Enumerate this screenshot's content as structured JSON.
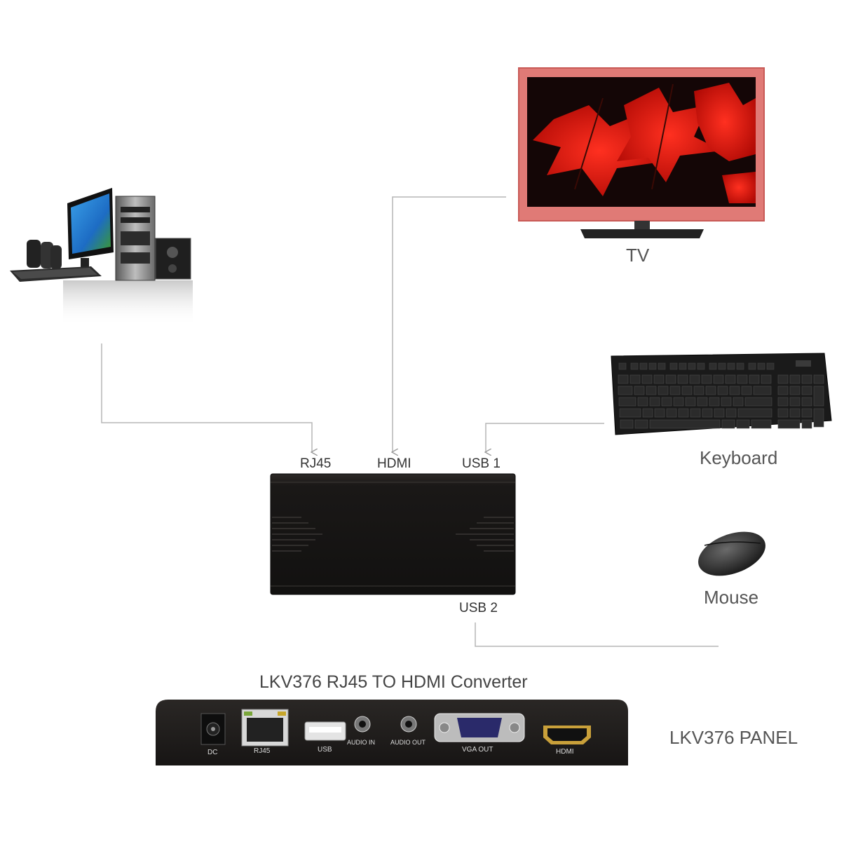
{
  "devices": {
    "tv": {
      "label": "TV"
    },
    "keyboard": {
      "label": "Keyboard"
    },
    "mouse": {
      "label": "Mouse"
    },
    "computer": {
      "icon": "desktop-computer-icon"
    }
  },
  "converter": {
    "ports_top": {
      "rj45": "RJ45",
      "hdmi": "HDMI",
      "usb1": "USB 1"
    },
    "ports_bottom": {
      "usb2": "USB 2"
    },
    "title": "LKV376 RJ45 TO HDMI Converter"
  },
  "panel": {
    "label": "LKV376 PANEL",
    "ports": {
      "dc": "DC",
      "rj45": "RJ45",
      "usb": "USB",
      "audio_in": "AUDIO IN",
      "audio_out": "AUDIO OUT",
      "vga_out": "VGA OUT",
      "hdmi": "HDMI"
    }
  },
  "colors": {
    "line": "#b5b5b5",
    "device_body": "#1c1a18",
    "tv_frame": "#e0736f"
  }
}
